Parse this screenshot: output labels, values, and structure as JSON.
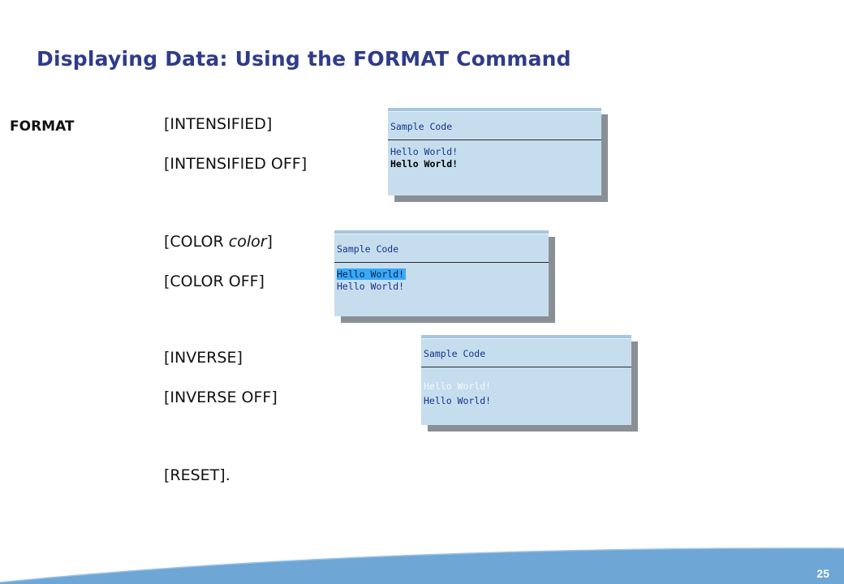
{
  "slide": {
    "title": "Displaying Data: Using the FORMAT Command",
    "keyword": "FORMAT",
    "clauses": [
      {
        "text": "[INTENSIFIED]"
      },
      {
        "text": "[INTENSIFIED OFF]"
      },
      {
        "pre": "[COLOR ",
        "italic": "color",
        "post": "]"
      },
      {
        "text": "[COLOR OFF]"
      },
      {
        "text": "[INVERSE]"
      },
      {
        "text": "[INVERSE OFF]"
      },
      {
        "text": "[RESET]."
      }
    ],
    "page_number": "25"
  },
  "windows": [
    {
      "title": "Sample Code",
      "lines": [
        "Hello World!",
        "Hello World!"
      ],
      "style": "intensified"
    },
    {
      "title": "Sample Code",
      "lines": [
        "Hello World!",
        "Hello World!"
      ],
      "style": "color"
    },
    {
      "title": "Sample Code",
      "lines": [
        "Hello World!",
        "Hello World!"
      ],
      "style": "inverse"
    }
  ],
  "colors": {
    "title": "#2f3b8a",
    "window_bg": "#c6ddee",
    "window_text": "#14348a",
    "highlight": "#3aa9f4",
    "footer_wave": "#6ea6d6"
  }
}
